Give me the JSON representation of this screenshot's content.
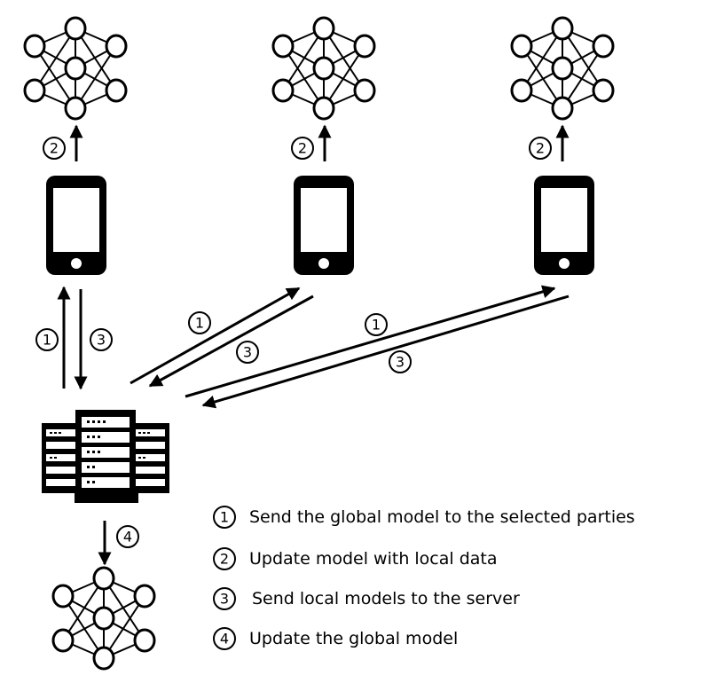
{
  "steps": [
    {
      "number": "1",
      "label": "Send the global model to the selected parties"
    },
    {
      "number": "2",
      "label": "Update model with local data"
    },
    {
      "number": "3",
      "label": "Send local models to the server"
    },
    {
      "number": "4",
      "label": "Update the global model"
    }
  ],
  "colors": {
    "stroke": "#000000",
    "background": "#ffffff"
  },
  "icons": [
    "neural-network-icon",
    "smartphone-icon",
    "server-icon"
  ]
}
